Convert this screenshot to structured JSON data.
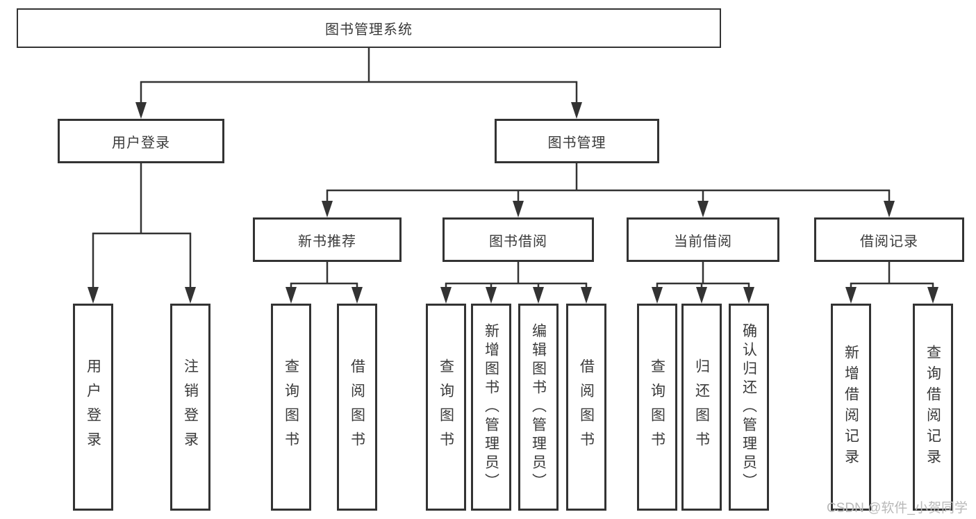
{
  "colors": {
    "line": "#333333",
    "box_border": "#333333",
    "box_fill": "#ffffff",
    "text": "#3a3a3a",
    "watermark": "#b9b9b9",
    "background": "#ffffff"
  },
  "watermark": "CSDN @软件_小贺同学",
  "tree": {
    "root": {
      "label": "图书管理系统"
    },
    "level1": [
      {
        "label": "用户登录",
        "children": [
          {
            "label": "用户登录"
          },
          {
            "label": "注销登录"
          }
        ]
      },
      {
        "label": "图书管理",
        "children": [
          {
            "label": "新书推荐",
            "children": [
              {
                "label": "查询图书"
              },
              {
                "label": "借阅图书"
              }
            ]
          },
          {
            "label": "图书借阅",
            "children": [
              {
                "label": "查询图书"
              },
              {
                "label": "新增图书（管理员）"
              },
              {
                "label": "编辑图书（管理员）"
              },
              {
                "label": "借阅图书"
              }
            ]
          },
          {
            "label": "当前借阅",
            "children": [
              {
                "label": "查询图书"
              },
              {
                "label": "归还图书"
              },
              {
                "label": "确认归还（管理员）"
              }
            ]
          },
          {
            "label": "借阅记录",
            "children": [
              {
                "label": "新增借阅记录"
              },
              {
                "label": "查询借阅记录"
              }
            ]
          }
        ]
      }
    ]
  }
}
